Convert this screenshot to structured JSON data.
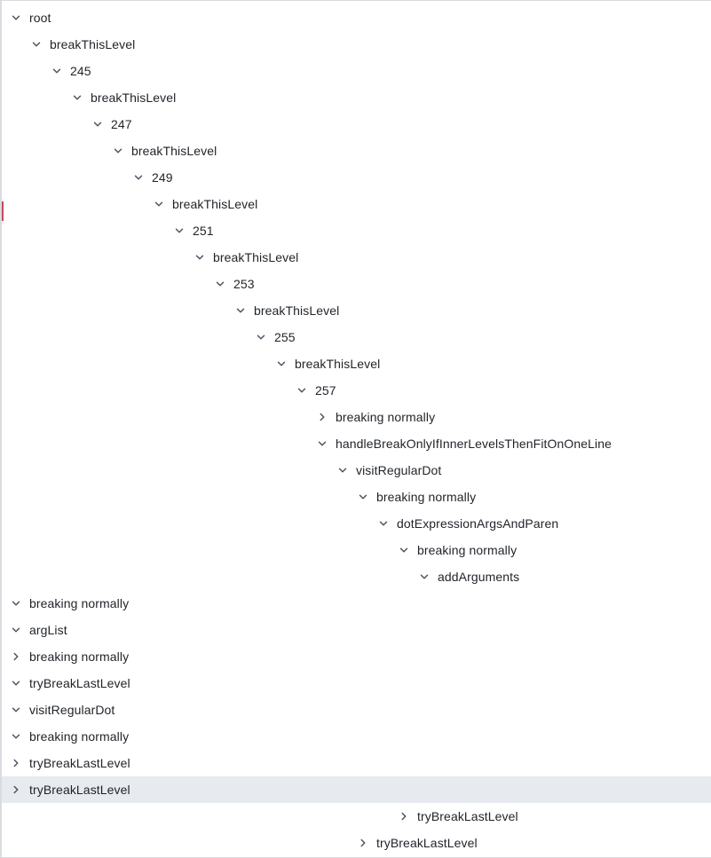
{
  "tree": {
    "nodes": [
      {
        "label": "root",
        "depth": 0,
        "expanded": true
      },
      {
        "label": "breakThisLevel",
        "depth": 1,
        "expanded": true
      },
      {
        "label": "245",
        "depth": 2,
        "expanded": true
      },
      {
        "label": "breakThisLevel",
        "depth": 3,
        "expanded": true
      },
      {
        "label": "247",
        "depth": 4,
        "expanded": true
      },
      {
        "label": "breakThisLevel",
        "depth": 5,
        "expanded": true
      },
      {
        "label": "249",
        "depth": 6,
        "expanded": true
      },
      {
        "label": "breakThisLevel",
        "depth": 7,
        "expanded": true
      },
      {
        "label": "251",
        "depth": 8,
        "expanded": true
      },
      {
        "label": "breakThisLevel",
        "depth": 9,
        "expanded": true
      },
      {
        "label": "253",
        "depth": 10,
        "expanded": true
      },
      {
        "label": "breakThisLevel",
        "depth": 11,
        "expanded": true
      },
      {
        "label": "255",
        "depth": 12,
        "expanded": true
      },
      {
        "label": "breakThisLevel",
        "depth": 13,
        "expanded": true
      },
      {
        "label": "257",
        "depth": 14,
        "expanded": true
      },
      {
        "label": "breaking normally",
        "depth": 15,
        "expanded": false
      },
      {
        "label": "handleBreakOnlyIfInnerLevelsThenFitOnOneLine",
        "depth": 15,
        "expanded": true
      },
      {
        "label": "visitRegularDot",
        "depth": 16,
        "expanded": true
      },
      {
        "label": "breaking normally",
        "depth": 17,
        "expanded": true
      },
      {
        "label": "dotExpressionArgsAndParen",
        "depth": 18,
        "expanded": true
      },
      {
        "label": "breaking normally",
        "depth": 19,
        "expanded": true
      },
      {
        "label": "addArguments",
        "depth": 20,
        "expanded": true
      },
      {
        "label": "breaking normally",
        "depth": 0,
        "expanded": true
      },
      {
        "label": "argList",
        "depth": 0,
        "expanded": true
      },
      {
        "label": "breaking normally",
        "depth": 0,
        "expanded": false
      },
      {
        "label": "tryBreakLastLevel",
        "depth": 0,
        "expanded": true
      },
      {
        "label": "visitRegularDot",
        "depth": 0,
        "expanded": true
      },
      {
        "label": "breaking normally",
        "depth": 0,
        "expanded": true
      },
      {
        "label": "tryBreakLastLevel",
        "depth": 0,
        "expanded": false
      },
      {
        "label": "tryBreakLastLevel",
        "depth": 0,
        "expanded": false,
        "selected": true
      },
      {
        "label": "tryBreakLastLevel",
        "depth": 19,
        "expanded": false
      },
      {
        "label": "tryBreakLastLevel",
        "depth": 17,
        "expanded": false
      }
    ]
  },
  "colors": {
    "text": "#1f2328",
    "chevron": "#4b5563",
    "selected_row": "#e7ebef",
    "border": "#d8dbe0",
    "edge_accent": "#c9485b"
  },
  "icons": {
    "expanded": "chevron-down-icon",
    "collapsed": "chevron-right-icon"
  }
}
